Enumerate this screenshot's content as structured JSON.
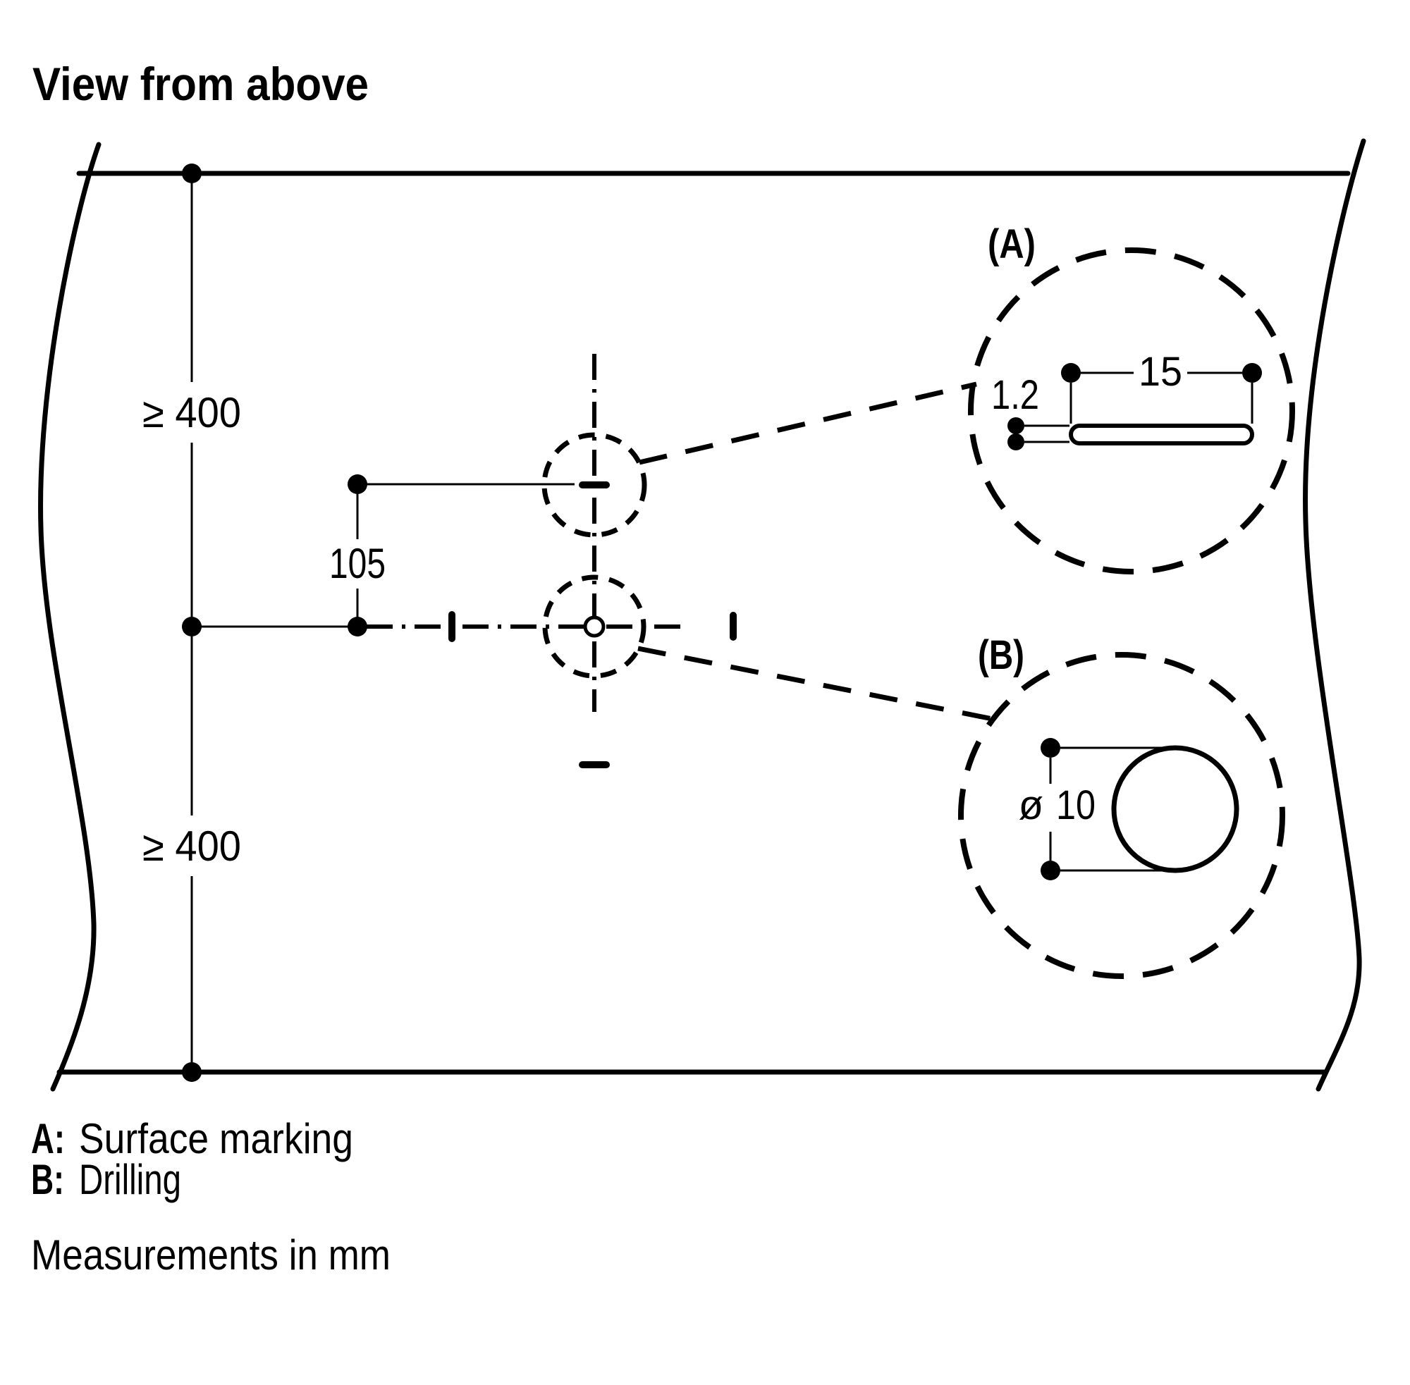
{
  "page": {
    "title": "View from above",
    "footer": "Measurements in mm"
  },
  "plan": {
    "clearance_top": "≥ 400",
    "clearance_bottom": "≥ 400",
    "offset_dimension": "105"
  },
  "detail_a": {
    "label": "(A)",
    "length_dimension": "15",
    "width_dimension": "1.2"
  },
  "detail_b": {
    "label": "(B)",
    "diameter_symbol": "ø",
    "diameter_dimension": "10"
  },
  "legend": {
    "a_key": "A:",
    "a_text": "Surface marking",
    "b_key": "B:",
    "b_text": "Drilling"
  },
  "colors": {
    "ink": "#000000",
    "background": "#ffffff"
  }
}
